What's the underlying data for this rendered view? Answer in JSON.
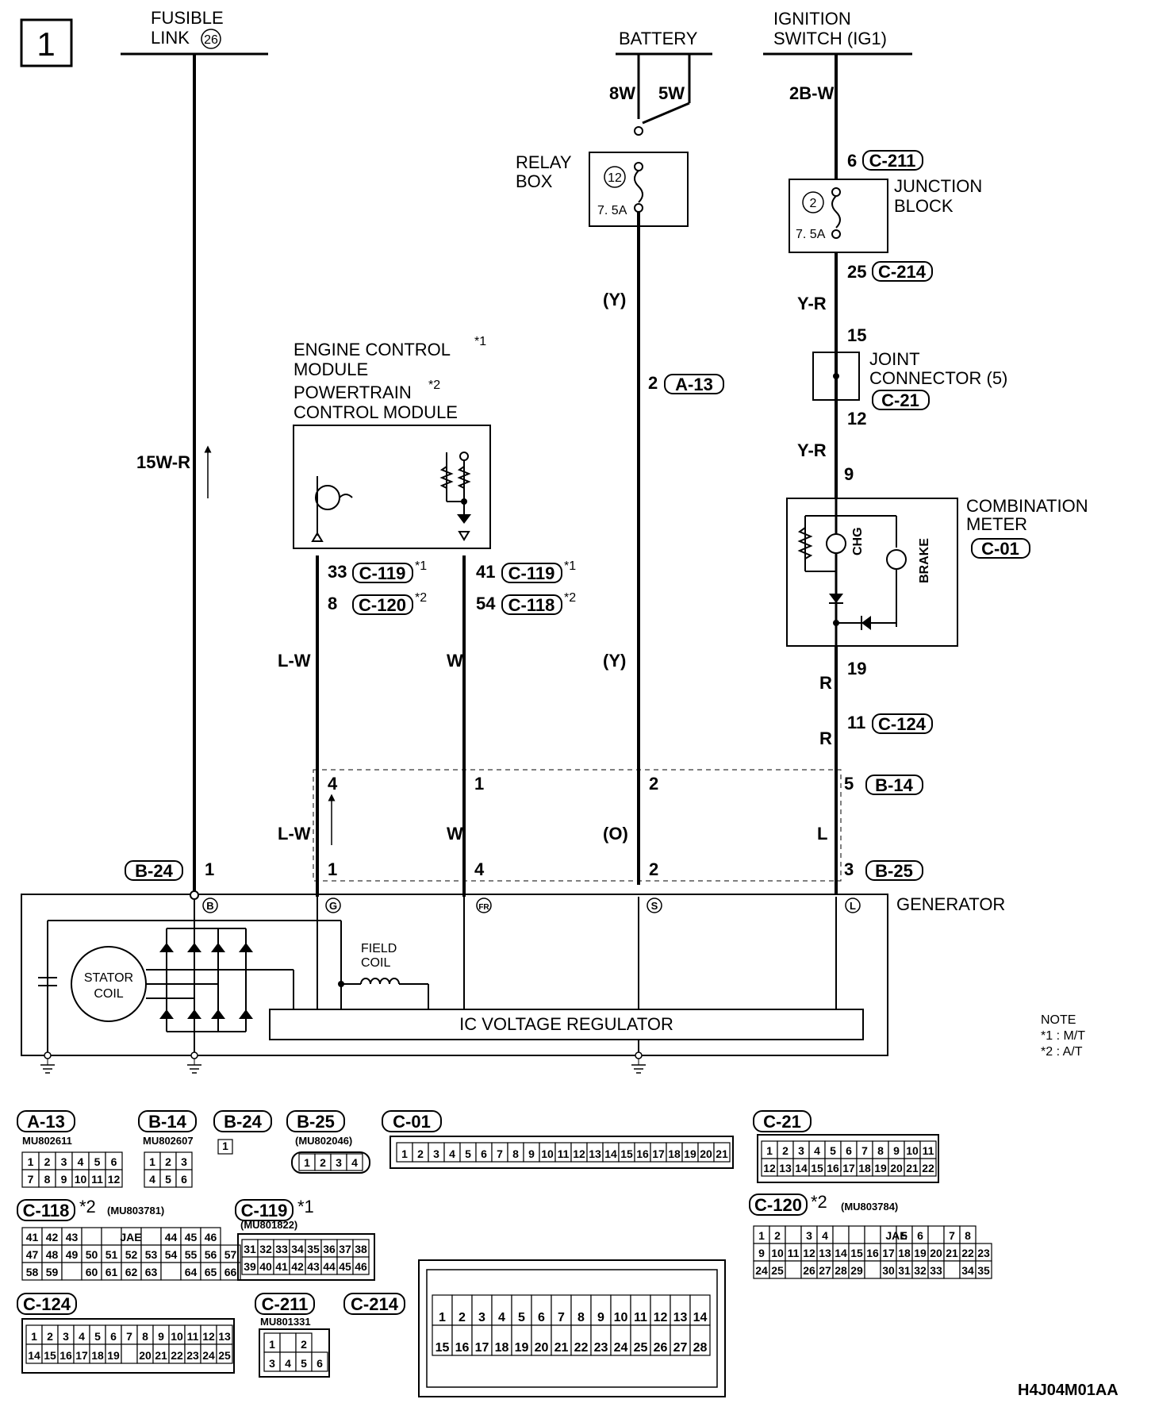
{
  "page_number": "1",
  "diagram_code": "H4J04M01AA",
  "sources": {
    "fusible_link_line1": "FUSIBLE",
    "fusible_link_line2": "LINK",
    "fusible_link_num": "26",
    "battery": "BATTERY",
    "ignition_line1": "IGNITION",
    "ignition_line2": "SWITCH (IG1)"
  },
  "relay_box": {
    "line1": "RELAY",
    "line2": "BOX",
    "fuse_num": "12",
    "fuse_rating": "7. 5A"
  },
  "junction_block": {
    "line1": "JUNCTION",
    "line2": "BLOCK",
    "fuse_num": "2",
    "fuse_rating": "7. 5A"
  },
  "joint_connector": {
    "line1": "JOINT",
    "line2": "CONNECTOR (5)",
    "conn": "C-21",
    "pin_in": "15",
    "pin_out": "12"
  },
  "ecm": {
    "line1": "ENGINE CONTROL",
    "line2": "MODULE",
    "line3": "POWERTRAIN",
    "line4": "CONTROL MODULE",
    "star1": "*1",
    "star2": "*2"
  },
  "combination_meter": {
    "line1": "COMBINATION",
    "line2": "METER",
    "conn": "C-01",
    "chg": "CHG",
    "brake": "BRAKE",
    "pin_in": "9",
    "pin_out": "19"
  },
  "generator": {
    "label": "GENERATOR",
    "stator_line1": "STATOR",
    "stator_line2": "COIL",
    "field_line1": "FIELD",
    "field_line2": "COIL",
    "regulator": "IC VOLTAGE REGULATOR",
    "term_b": "B",
    "term_g": "G",
    "term_fr": "FR",
    "term_s": "S",
    "term_l": "L"
  },
  "wires": {
    "w_8w": "8W",
    "w_5w": "5W",
    "w_2bw": "2B-W",
    "w_15wr": "15W-R",
    "w_y1": "(Y)",
    "w_y2": "(Y)",
    "w_o": "(O)",
    "w_yr1": "Y-R",
    "w_yr2": "Y-R",
    "w_r1": "R",
    "w_r2": "R",
    "w_l": "L",
    "w_lw1": "L-W",
    "w_lw2": "L-W",
    "w_w1": "W",
    "w_w2": "W"
  },
  "pins": {
    "c211_pin": "6",
    "c211": "C-211",
    "c214_pin": "25",
    "c214": "C-214",
    "a13_pin": "2",
    "a13": "A-13",
    "ecm_l_pin1": "33",
    "ecm_l_conn1": "C-119",
    "ecm_l_pin2": "8",
    "ecm_l_conn2": "C-120",
    "ecm_r_pin1": "41",
    "ecm_r_conn1": "C-119",
    "ecm_r_pin2": "54",
    "ecm_r_conn2": "C-118",
    "c124_pin": "11",
    "c124": "C-124",
    "b14_pin4": "4",
    "b14_pin1": "1",
    "b14_pin2": "2",
    "b14_pin5": "5",
    "b14": "B-14",
    "b25_pin1": "1",
    "b25_pin4": "4",
    "b25_pin2": "2",
    "b25_pin3": "3",
    "b25": "B-25",
    "b24": "B-24",
    "b24_pin": "1"
  },
  "note": {
    "title": "NOTE",
    "n1": "*1 : M/T",
    "n2": "*2 : A/T"
  },
  "connector_views": {
    "a13": {
      "label": "A-13",
      "part": "MU802611",
      "row1": [
        "1",
        "2",
        "3",
        "4",
        "5",
        "6"
      ],
      "row2": [
        "7",
        "8",
        "9",
        "10",
        "11",
        "12"
      ]
    },
    "b14": {
      "label": "B-14",
      "part": "MU802607",
      "row1": [
        "1",
        "2",
        "3"
      ],
      "row2": [
        "4",
        "5",
        "6"
      ]
    },
    "b24": {
      "label": "B-24",
      "pin": "1"
    },
    "b25": {
      "label": "B-25",
      "part": "(MU802046)",
      "row1": [
        "1",
        "2",
        "3",
        "4"
      ]
    },
    "c01": {
      "label": "C-01",
      "row1": [
        "1",
        "2",
        "3",
        "4",
        "5",
        "6",
        "7",
        "8",
        "9",
        "10",
        "11",
        "12",
        "13",
        "14",
        "15",
        "16",
        "17",
        "18",
        "19",
        "20",
        "21"
      ]
    },
    "c21": {
      "label": "C-21",
      "row1": [
        "1",
        "2",
        "3",
        "4",
        "5",
        "6",
        "7",
        "8",
        "9",
        "10",
        "11"
      ],
      "row2": [
        "12",
        "13",
        "14",
        "15",
        "16",
        "17",
        "18",
        "19",
        "20",
        "21",
        "22"
      ]
    },
    "c118": {
      "label": "C-118",
      "star": "*2",
      "part": "(MU803781)",
      "jae": "JAE",
      "row1": [
        "41",
        "42",
        "43",
        "",
        "",
        "",
        "",
        "44",
        "45",
        "46"
      ],
      "row2": [
        "47",
        "48",
        "49",
        "50",
        "51",
        "52",
        "53",
        "54",
        "55",
        "56",
        "57"
      ],
      "row3": [
        "58",
        "59",
        "",
        "60",
        "61",
        "62",
        "63",
        "",
        "64",
        "65",
        "66"
      ]
    },
    "c119": {
      "label": "C-119",
      "star": "*1",
      "part": "(MU801822)",
      "row1": [
        "31",
        "32",
        "33",
        "34",
        "35",
        "36",
        "37",
        "38"
      ],
      "row2": [
        "39",
        "40",
        "41",
        "42",
        "43",
        "44",
        "45",
        "46"
      ]
    },
    "c120": {
      "label": "C-120",
      "star": "*2",
      "part": "(MU803784)",
      "jae": "JAE",
      "row1": [
        "1",
        "2",
        "",
        "3",
        "4",
        "",
        "",
        "",
        "",
        "5",
        "6",
        "",
        "7",
        "8"
      ],
      "row2": [
        "9",
        "10",
        "11",
        "12",
        "13",
        "14",
        "15",
        "16",
        "17",
        "18",
        "19",
        "20",
        "21",
        "22",
        "23"
      ],
      "row3": [
        "24",
        "25",
        "",
        "26",
        "27",
        "28",
        "29",
        "",
        "30",
        "31",
        "32",
        "33",
        "",
        "34",
        "35"
      ]
    },
    "c124": {
      "label": "C-124",
      "row1": [
        "1",
        "2",
        "3",
        "4",
        "5",
        "6",
        "7",
        "8",
        "9",
        "10",
        "11",
        "12",
        "13"
      ],
      "row2": [
        "14",
        "15",
        "16",
        "17",
        "18",
        "19",
        "",
        "20",
        "21",
        "22",
        "23",
        "24",
        "25"
      ]
    },
    "c211": {
      "label": "C-211",
      "part": "MU801331",
      "row1": [
        "1",
        "",
        "2"
      ],
      "row2": [
        "3",
        "4",
        "5",
        "6"
      ]
    },
    "c214": {
      "label": "C-214",
      "row1": [
        "1",
        "2",
        "3",
        "4",
        "5",
        "6",
        "7",
        "8",
        "9",
        "10",
        "11",
        "12",
        "13",
        "14"
      ],
      "row2": [
        "15",
        "16",
        "17",
        "18",
        "19",
        "20",
        "21",
        "22",
        "23",
        "24",
        "25",
        "26",
        "27",
        "28"
      ]
    }
  }
}
